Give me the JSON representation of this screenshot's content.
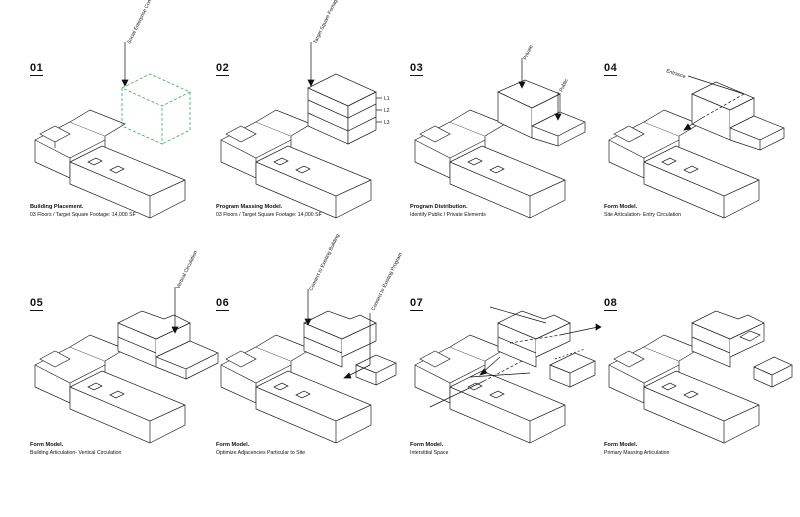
{
  "panels": [
    {
      "num": "01",
      "title": "Building Placement.",
      "sub": "03 Floors   /   Target Square Footage:  14,000 SF",
      "labels": [
        "Social Enterprise Complex"
      ]
    },
    {
      "num": "02",
      "title": "Program Massing Model.",
      "sub": "03 Floors   /   Target Square Footage:  14,000 SF",
      "labels": [
        "Target Square Footage",
        "L1",
        "L2",
        "L3"
      ]
    },
    {
      "num": "03",
      "title": "Program Distribution.",
      "sub": "Identify Public / Private Elements",
      "labels": [
        "Private",
        "Public"
      ]
    },
    {
      "num": "04",
      "title": "Form Model.",
      "sub": "Site Articulation- Entry Circulation",
      "labels": [
        "Entrance"
      ]
    },
    {
      "num": "05",
      "title": "Form Model.",
      "sub": "Building Articulation- Vertical Circulation",
      "labels": [
        "Vertical Circulation"
      ]
    },
    {
      "num": "06",
      "title": "Form Model.",
      "sub": "Optimize Adjacencies Particular to Site",
      "labels": [
        "Connect to Existing Building",
        "Connect to Existing Program"
      ]
    },
    {
      "num": "07",
      "title": "Form Model.",
      "sub": "Interstitial Space",
      "labels": []
    },
    {
      "num": "08",
      "title": "Form Model.",
      "sub": "Primary Massing Articulation",
      "labels": []
    }
  ]
}
